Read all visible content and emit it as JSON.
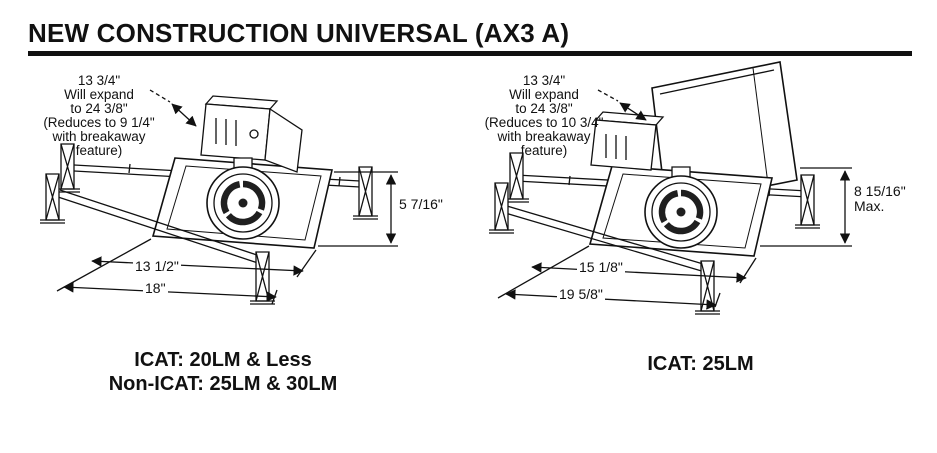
{
  "title": "NEW CONSTRUCTION UNIVERSAL (AX3 A)",
  "colors": {
    "ink": "#111111",
    "background": "#ffffff"
  },
  "left_figure": {
    "expand_note": [
      "13 3/4\"",
      "Will expand",
      "to 24 3/8\"",
      "(Reduces to 9 1/4\"",
      "with breakaway",
      "feature)"
    ],
    "height_dim": "5 7/16\"",
    "width_inner_dim": "13 1/2\"",
    "width_outer_dim": "18\"",
    "caption_line1": "ICAT: 20LM & Less",
    "caption_line2": "Non-ICAT: 25LM & 30LM"
  },
  "right_figure": {
    "expand_note": [
      "13 3/4\"",
      "Will expand",
      "to 24 3/8\"",
      "(Reduces to 10 3/4\"",
      "with breakaway",
      "feature)"
    ],
    "height_dim": "8 15/16\"",
    "height_dim_suffix": "Max.",
    "width_inner_dim": "15 1/8\"",
    "width_outer_dim": "19 5/8\"",
    "caption_line1": "ICAT: 25LM"
  }
}
